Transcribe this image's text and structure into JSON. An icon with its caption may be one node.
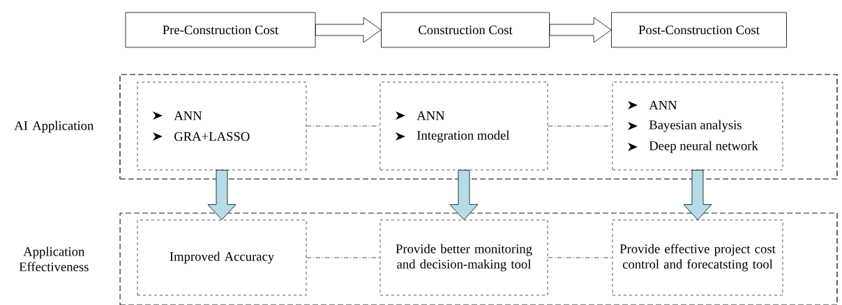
{
  "diagram": {
    "nodes": [
      {
        "text": [
          "Pre-Construction Cost"
        ]
      },
      {
        "text": [
          "Construction Cost"
        ]
      },
      {
        "text": [
          "Post-Construction Cost"
        ]
      },
      {
        "text": [
          "AI Application"
        ]
      },
      {
        "text": [
          "ANN",
          "GRA+LASSO"
        ],
        "in": 3
      },
      {
        "text": [
          "ANN",
          "Integration model"
        ],
        "in": 3
      },
      {
        "text": [
          "ANN",
          "Bayesian analysis",
          "Deep neural network"
        ],
        "in": 3
      },
      {
        "text": [
          "Application Effectiveness"
        ]
      },
      {
        "text": [
          "Improved Accuracy"
        ],
        "in": 7
      },
      {
        "text": [
          "Provide better monitoring and decision-making tool"
        ],
        "in": 7
      },
      {
        "text": [
          "Provide effective project cost control and forecatsting tool"
        ],
        "in": 7
      }
    ],
    "edges": [
      {
        "from": 0,
        "to": 1,
        "arrow": "to"
      },
      {
        "from": 1,
        "to": 2,
        "arrow": "to"
      },
      {
        "from": 4,
        "to": 5,
        "arrow": "none",
        "style": "dashed"
      },
      {
        "from": 5,
        "to": 6,
        "arrow": "none",
        "style": "dashed"
      },
      {
        "from": 4,
        "to": 8,
        "arrow": "to",
        "color": "#b4dce8"
      },
      {
        "from": 5,
        "to": 9,
        "arrow": "to",
        "color": "#b4dce8"
      },
      {
        "from": 6,
        "to": 10,
        "arrow": "to",
        "color": "#b4dce8"
      },
      {
        "from": 8,
        "to": 9,
        "arrow": "none",
        "style": "dashed"
      },
      {
        "from": 9,
        "to": 10,
        "arrow": "none",
        "style": "dashed"
      }
    ]
  }
}
